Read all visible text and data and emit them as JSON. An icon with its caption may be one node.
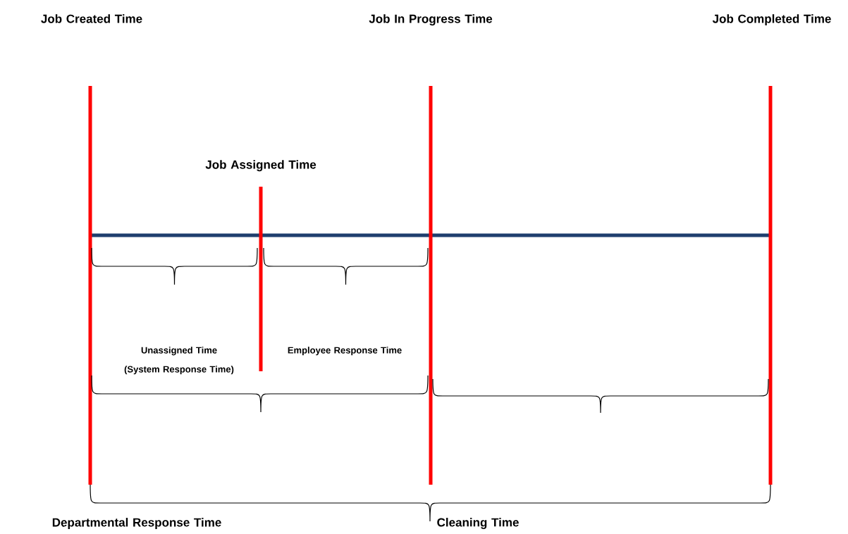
{
  "diagram": {
    "labels": [
      "Job Created Time",
      "Job In Progress Time",
      "Job Completed Time",
      "Job Assigned Time",
      "Unassigned Time (System Response Time)",
      "Employee Response Time",
      "Departmental Response Time",
      "Cleaning Time"
    ]
  }
}
